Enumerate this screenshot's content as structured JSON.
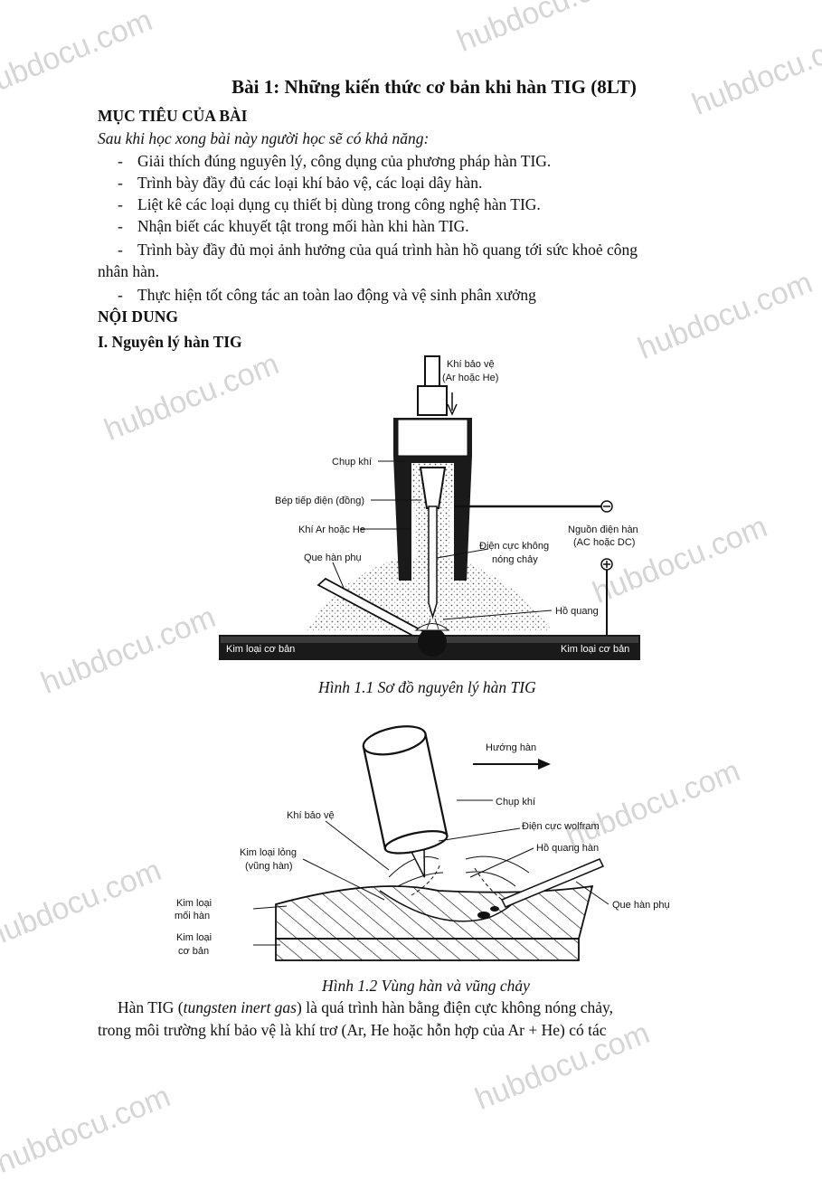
{
  "title": "Bài 1: Những kiến thức cơ bản khi hàn TIG (8LT)",
  "objectives": {
    "heading": "MỤC TIÊU CỦA BÀI",
    "intro": "Sau khi học xong bài này người học sẽ có khả năng:",
    "items": [
      "Giải thích đúng nguyên lý, công dụng của phương pháp hàn TIG.",
      "Trình bày đầy đủ các loại khí bảo vệ, các loại dây hàn.",
      "Liệt kê các loại dụng cụ thiết bị dùng trong công nghệ hàn TIG.",
      "Nhận biết các khuyết tật trong mối hàn khi hàn TIG.",
      "Trình bày đầy đủ mọi ảnh hưởng của quá trình hàn hồ quang tới sức khoẻ công",
      "Thực hiện tốt công tác an toàn lao động và vệ sinh phân xưởng"
    ],
    "item5_cont": "nhân hàn."
  },
  "content_heading": "NỘI DUNG",
  "section1_heading": "I. Nguyên lý hàn TIG",
  "figure1": {
    "caption": "Hình 1.1  Sơ đồ nguyên lý hàn TIG",
    "labels": {
      "shield_gas_1": "Khí bảo vệ",
      "shield_gas_2": "(Ar hoặc He)",
      "gas_cup": "Chụp khí",
      "contact_tip": "Bép tiếp điện (đồng)",
      "ar_he_gas": "Khí Ar hoặc He",
      "filler_rod": "Que hàn phụ",
      "power_source_1": "Nguồn điện hàn",
      "power_source_2": "(AC hoặc DC)",
      "electrode_1": "Điện cực không",
      "electrode_2": "nóng chảy",
      "arc": "Hồ quang",
      "base_metal_left": "Kim loại cơ bản",
      "base_metal_right": "Kim loại cơ bản"
    }
  },
  "figure2": {
    "caption": "Hình 1.2  Vùng hàn và vũng chảy",
    "labels": {
      "direction": "Hướng hàn",
      "gas_cup": "Chụp khí",
      "tungsten": "Điện cực wolfram",
      "arc": "Hồ quang hàn",
      "shield_gas": "Khí bảo vệ",
      "molten_1": "Kim loại lỏng",
      "molten_2": "(vũng hàn)",
      "weld_metal_1": "Kim loại",
      "weld_metal_2": "mối hàn",
      "base_1": "Kim loại",
      "base_2": "cơ bản",
      "filler": "Que hàn phụ"
    }
  },
  "paragraph": {
    "prefix": "Hàn TIG (",
    "term": "tungsten inert gas",
    "suffix": ") là quá trình hàn bằng điện cực không nóng chảy,",
    "line2": "trong môi trường khí bảo vệ là khí trơ (Ar, He hoặc hỗn hợp của Ar + He) có tác"
  },
  "watermarks": [
    "hubdocu.com",
    "hubdocu.com",
    "hubdocu.com",
    "hubdocu.com",
    "hubdocu.com",
    "hubdocu.com",
    "hubdocu.com",
    "hubdocu.com",
    "hubdocu.com",
    "hubdocu.com",
    "hubdocu.com"
  ],
  "colors": {
    "text": "#111111",
    "watermark": "#d6d6d6",
    "plate": "#1a1a1a"
  }
}
